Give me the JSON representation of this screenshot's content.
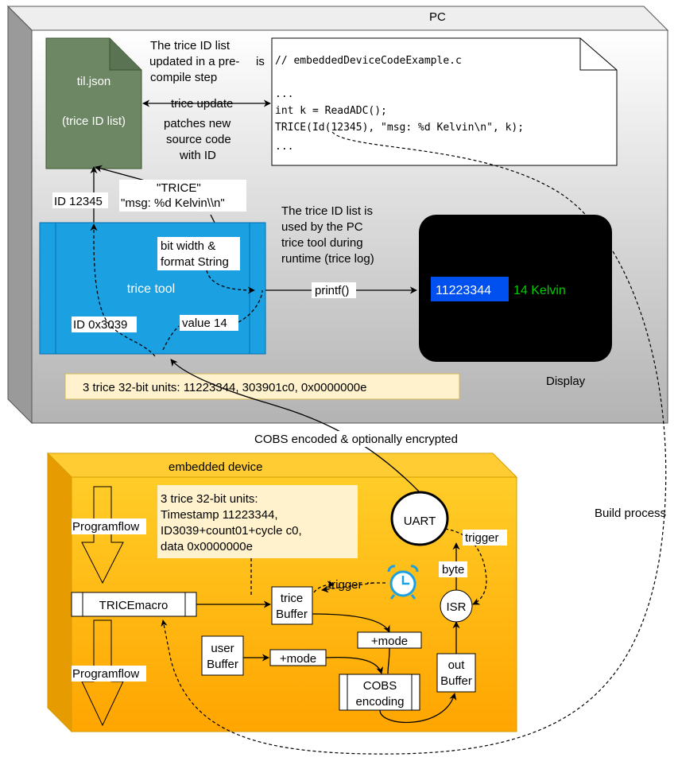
{
  "pc": {
    "title": "PC",
    "display_label": "Display",
    "build_process": "Build process"
  },
  "til": {
    "name": "til.json",
    "subtitle": "(trice ID list)"
  },
  "notes": {
    "updated_lines": [
      "The trice ID list",
      "is",
      "updated in a pre-",
      "compile step"
    ],
    "patches_lines": [
      "patches new",
      "source code",
      "with ID"
    ],
    "used_lines": [
      "The trice ID list is",
      "used by the PC",
      "trice tool during",
      "runtime (trice log)"
    ],
    "cobs": "COBS encoded & optionally encrypted"
  },
  "code": {
    "lines": [
      "// embeddedDeviceCodeExample.c",
      "",
      "...",
      "int k = ReadADC();",
      "TRICE(Id(12345), \"msg: %d Kelvin\\n\", k);",
      "..."
    ]
  },
  "labels": {
    "trice_update": "trice update",
    "id_12345": "ID 12345",
    "trice_format_lines": [
      "\"TRICE\"",
      "\"msg: %d Kelvin\\\\n\""
    ],
    "bit_width_lines": [
      "bit width &",
      "format String"
    ],
    "printf": "printf()",
    "id_hex": "ID 0x3039",
    "value": "value 14"
  },
  "trice_tool": {
    "label": "trice tool"
  },
  "display": {
    "value1": "11223344",
    "value2": "14 Kelvin"
  },
  "pc_units": "3 trice 32-bit units: 11223344, 303901c0, 0x0000000e",
  "embedded": {
    "title": "embedded device",
    "programflow": "Programflow",
    "units_lines": [
      "3 trice 32-bit units:",
      "Timestamp 11223344,",
      "ID3039+count01+cycle c0,",
      "data 0x0000000e"
    ],
    "tricemacro": "TRICEmacro",
    "trice_buffer_lines": [
      "trice",
      "Buffer"
    ],
    "user_buffer_lines": [
      "user",
      "Buffer"
    ],
    "mode": "+mode",
    "cobs_lines": [
      "COBS",
      "encoding"
    ],
    "out_buffer_lines": [
      "out",
      "Buffer"
    ],
    "uart": "UART",
    "isr": "ISR",
    "trigger": "trigger",
    "byte": "byte"
  },
  "colors": {
    "til_fill": "#6d8764",
    "trice_tool_fill": "#1ba1e2",
    "display_bg": "#000000",
    "display_value1_bg": "#0050ef",
    "display_value2": "#00cc00",
    "embedded_fill": "#ffb31a",
    "note_fill": "#fff2cc"
  }
}
